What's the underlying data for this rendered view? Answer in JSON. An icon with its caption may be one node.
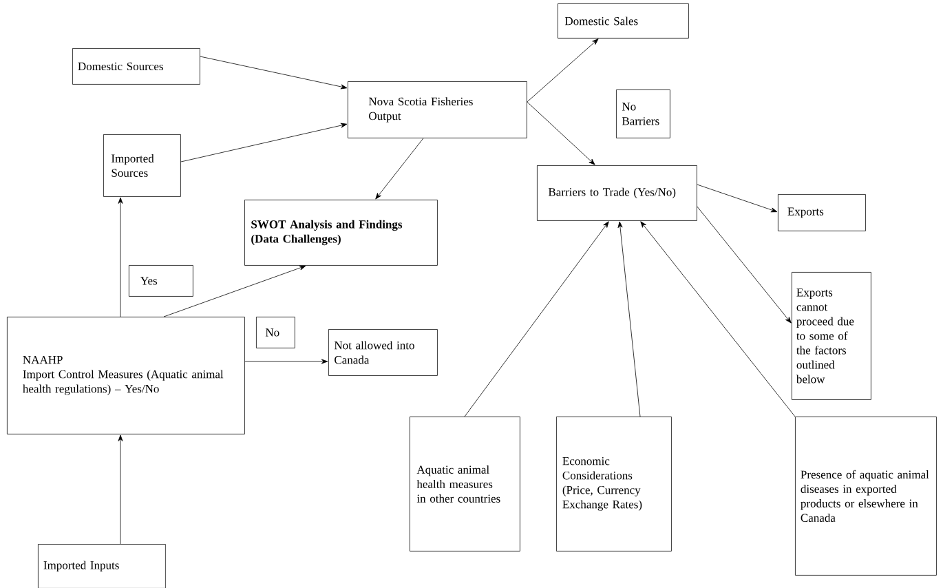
{
  "diagram": {
    "nodes": [
      {
        "text": [
          "Domestic Sources"
        ]
      },
      {
        "text": [
          "Nova Scotia Fisheries Output"
        ]
      },
      {
        "text": [
          "Domestic Sales"
        ]
      },
      {
        "text": [
          "Imported Sources"
        ]
      },
      {
        "text": [
          "No Barriers"
        ]
      },
      {
        "text": [
          "Barriers to Trade (Yes/No)"
        ]
      },
      {
        "text": [
          "Exports"
        ]
      },
      {
        "text": [
          "SWOT Analysis and Findings (Data Challenges)"
        ]
      },
      {
        "text": [
          "Yes"
        ]
      },
      {
        "text": [
          "Exports cannot proceed due to some of the factors outlined below"
        ]
      },
      {
        "text": [
          "NAAHP",
          "Import Control Measures (Aquatic animal health regulations) – Yes/No"
        ]
      },
      {
        "text": [
          "No"
        ]
      },
      {
        "text": [
          "Not allowed into Canada"
        ]
      },
      {
        "text": [
          "Aquatic animal health measures in other countries"
        ]
      },
      {
        "text": [
          "Economic Considerations (Price, Currency Exchange Rates)"
        ]
      },
      {
        "text": [
          "Presence of aquatic animal diseases in exported products or elsewhere in Canada"
        ]
      },
      {
        "text": [
          "Imported Inputs"
        ]
      }
    ],
    "edges": [
      {
        "from": 0,
        "to": 1,
        "arrow": "to"
      },
      {
        "from": 3,
        "to": 1,
        "arrow": "to"
      },
      {
        "from": 1,
        "to": 2,
        "arrow": "to"
      },
      {
        "from": 1,
        "to": 5,
        "arrow": "to"
      },
      {
        "from": 1,
        "to": 7,
        "arrow": "to"
      },
      {
        "from": 5,
        "to": 6,
        "arrow": "to"
      },
      {
        "from": 5,
        "to": 9,
        "arrow": "to"
      },
      {
        "from": 10,
        "to": 3,
        "arrow": "to"
      },
      {
        "from": 10,
        "to": 7,
        "arrow": "to"
      },
      {
        "from": 10,
        "to": 12,
        "arrow": "to"
      },
      {
        "from": 16,
        "to": 10,
        "arrow": "to"
      },
      {
        "from": 13,
        "to": 5,
        "arrow": "to"
      },
      {
        "from": 14,
        "to": 5,
        "arrow": "to"
      },
      {
        "from": 15,
        "to": 5,
        "arrow": "to"
      }
    ]
  }
}
